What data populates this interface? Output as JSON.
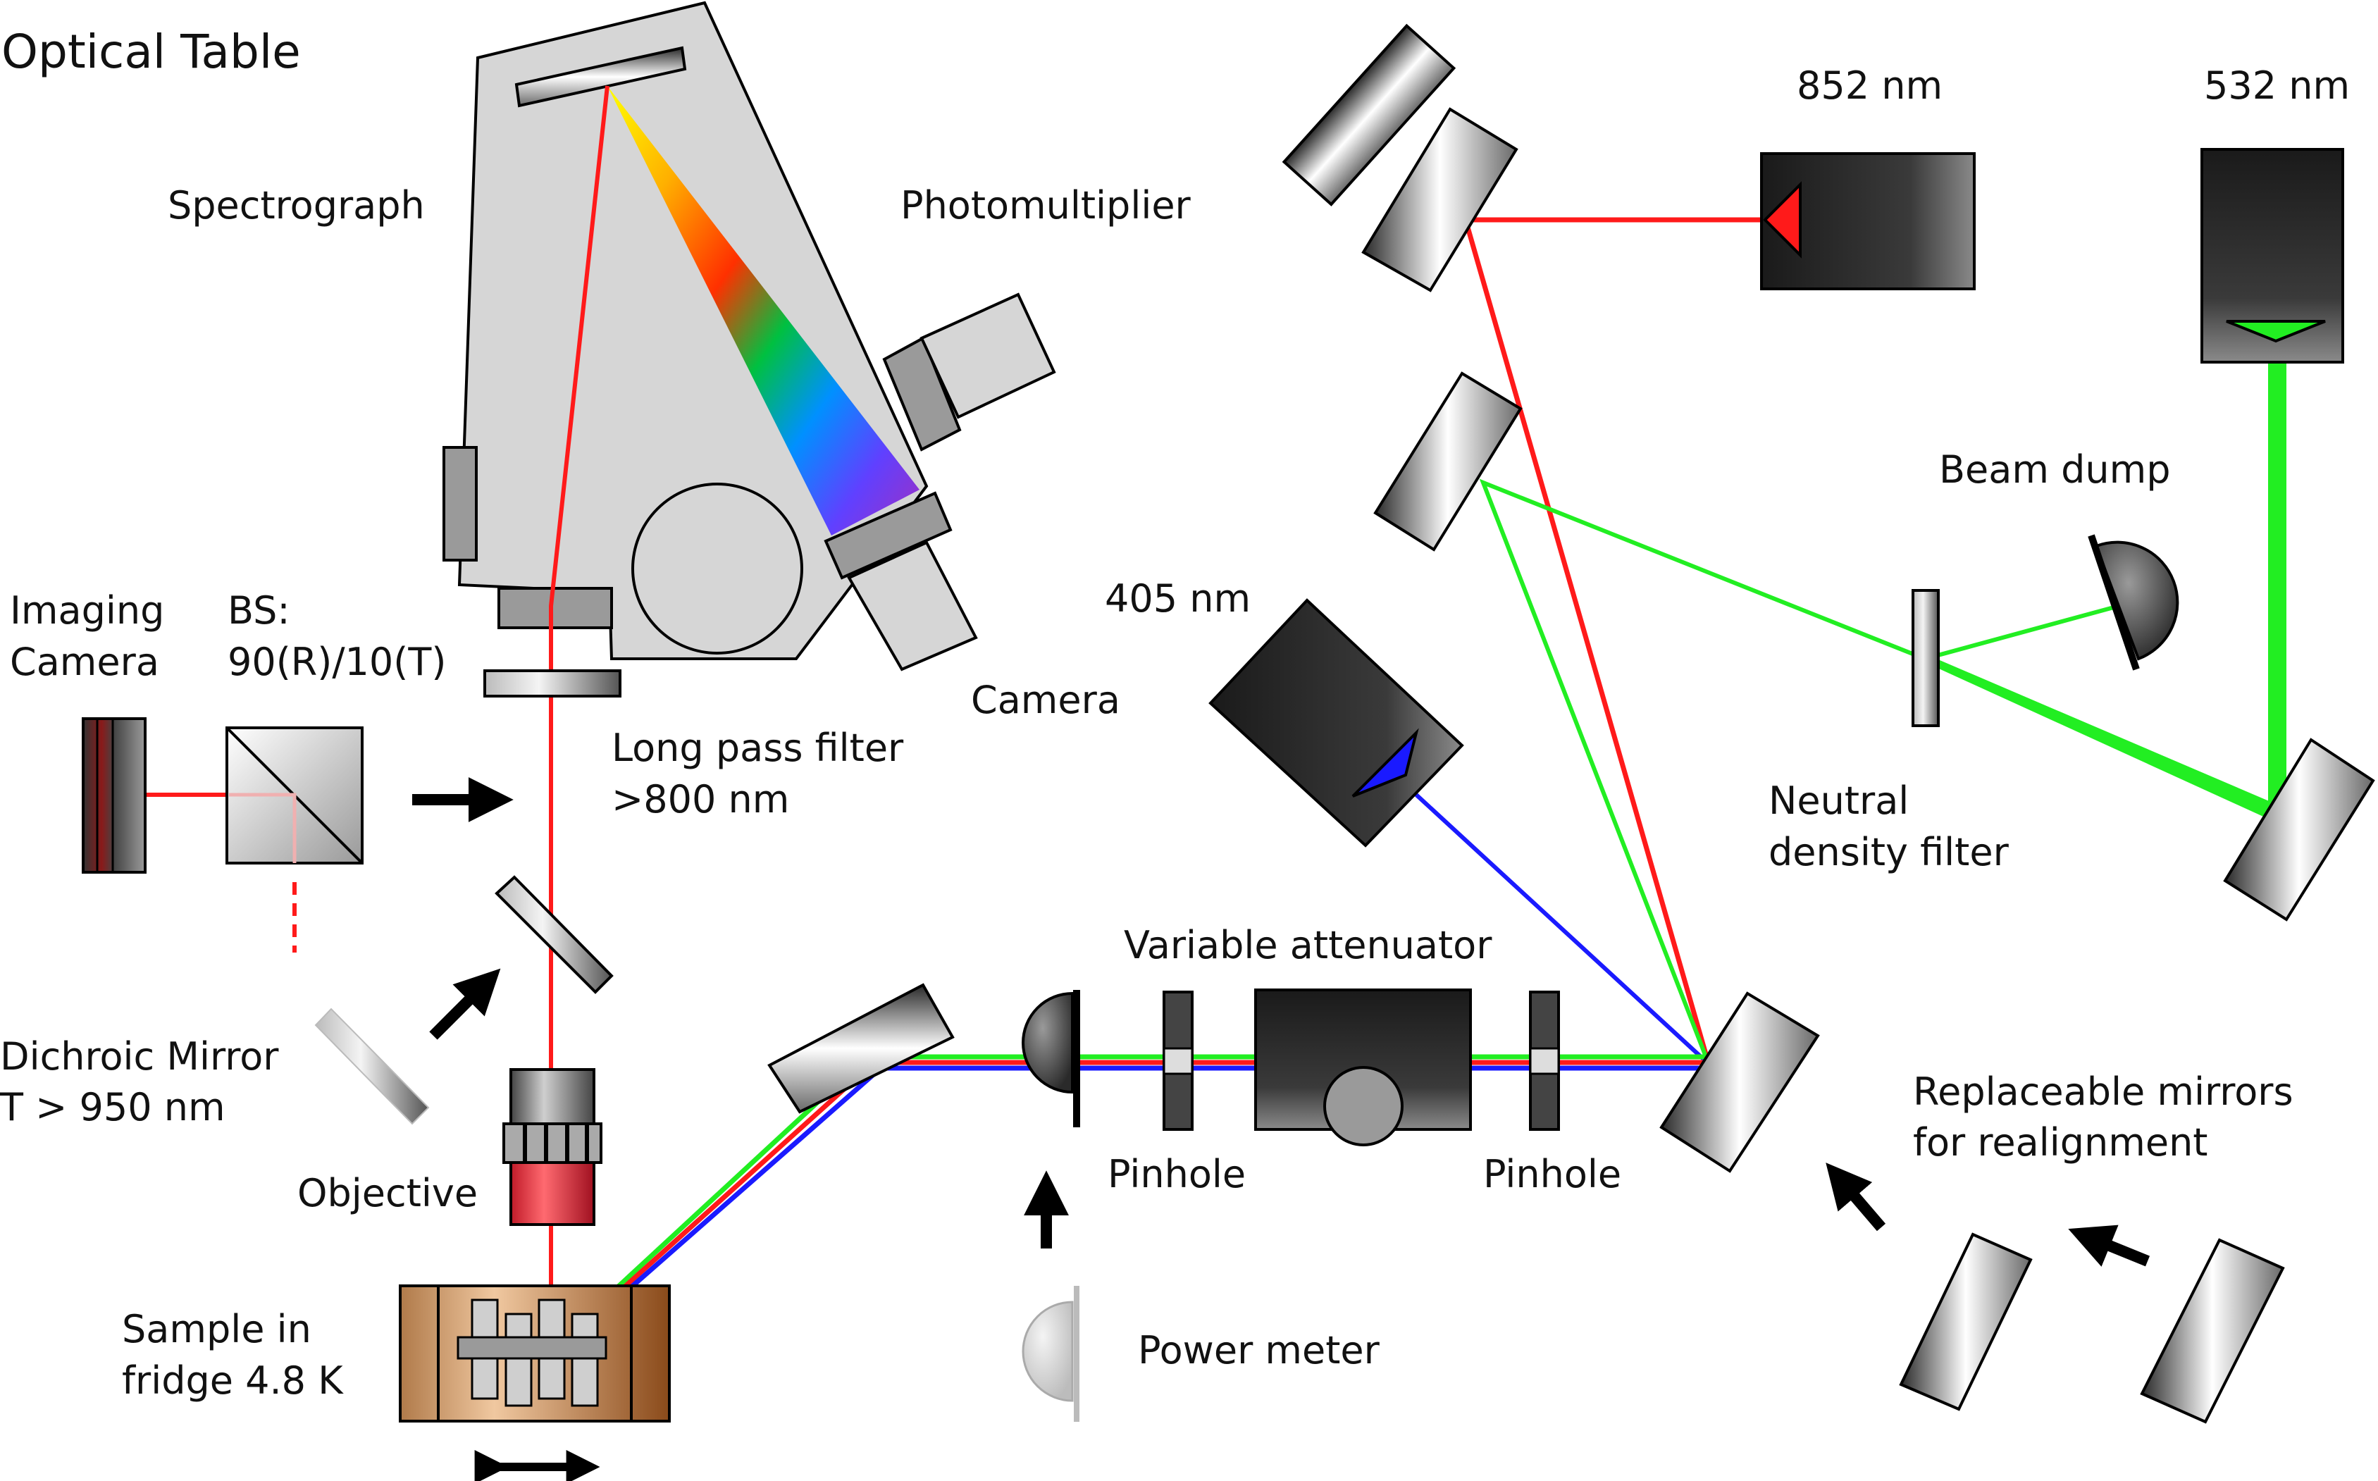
{
  "title": "Optical Table",
  "labels": {
    "spectrograph": "Spectrograph",
    "photomultiplier": "Photomultiplier",
    "camera": "Camera",
    "imaging_camera_1": "Imaging",
    "imaging_camera_2": "Camera",
    "bs_1": "BS:",
    "bs_2": "90(R)/10(T)",
    "long_pass_1": "Long pass filter",
    "long_pass_2": ">800 nm",
    "dichroic_1": "Dichroic Mirror",
    "dichroic_2": "T > 950 nm",
    "objective": "Objective",
    "sample_1": "Sample in",
    "sample_2": "fridge 4.8 K",
    "power_meter": "Power meter",
    "pinhole_left": "Pinhole",
    "pinhole_right": "Pinhole",
    "variable_attenuator": "Variable attenuator",
    "laser_852": "852 nm",
    "laser_532": "532 nm",
    "laser_405": "405 nm",
    "beam_dump": "Beam dump",
    "nd_filter_1": "Neutral",
    "nd_filter_2": "density filter",
    "replaceable_1": "Replaceable mirrors",
    "replaceable_2": "for realignment"
  },
  "colors": {
    "beam_red": "#ff1a1a",
    "beam_green": "#22ee22",
    "beam_blue": "#1a1aff",
    "sample_brown": "#9a5a2a",
    "objective_red": "#e8333d",
    "spectrograph_gray": "#d6d6d6",
    "laser_dark": "#2e2e2e"
  }
}
